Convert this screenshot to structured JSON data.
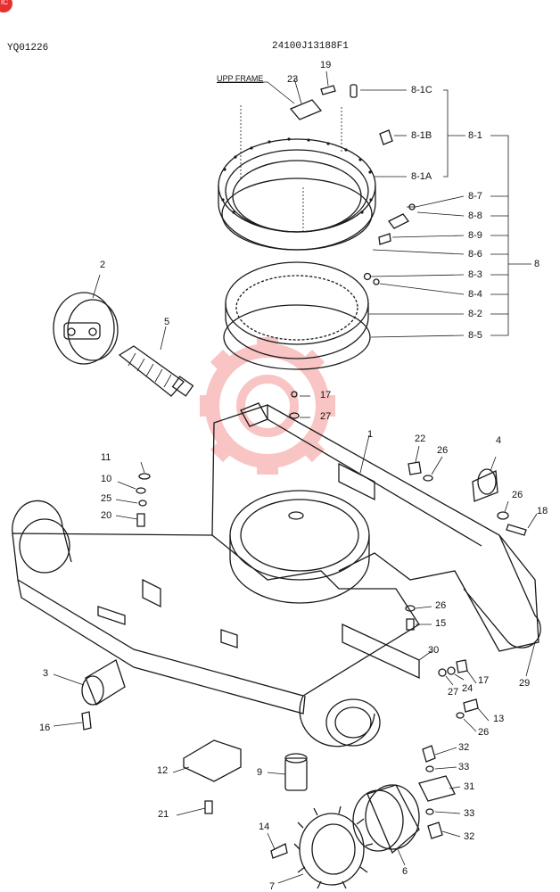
{
  "header": {
    "left_code": "YQ01226",
    "center_code": "24100J13188F1",
    "corner_badge": "IC"
  },
  "colors": {
    "watermark": "#e8312f",
    "line": "#1a1a1a"
  },
  "annotations": {
    "upper_frame": "UPP FRAME"
  },
  "callouts": [
    "19",
    "23",
    "8-1C",
    "8-1B",
    "8-1",
    "8-1A",
    "8-7",
    "8-8",
    "8-9",
    "8-6",
    "8",
    "8-3",
    "8-4",
    "8-2",
    "8-5",
    "2",
    "5",
    "17",
    "27",
    "1",
    "22",
    "26",
    "4",
    "11",
    "10",
    "25",
    "20",
    "26",
    "18",
    "26",
    "15",
    "30",
    "17",
    "27",
    "24",
    "29",
    "3",
    "16",
    "13",
    "26",
    "32",
    "33",
    "31",
    "12",
    "9",
    "33",
    "32",
    "21",
    "14",
    "6",
    "7"
  ]
}
